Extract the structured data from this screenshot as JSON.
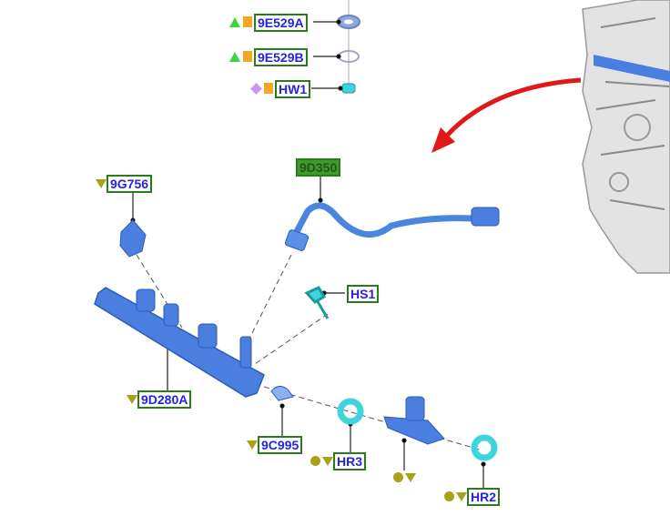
{
  "colors": {
    "label_border": "#2a7a1e",
    "label_text": "#2323e0",
    "part_blue": "#4a7fe0",
    "seal_cyan": "#3fd3dc",
    "arrow_red": "#e01818"
  },
  "labels": {
    "l9E529A": "9E529A",
    "l9E529B": "9E529B",
    "lHW1": "HW1",
    "l9G756": "9G756",
    "l9D350": "9D350",
    "lHS1": "HS1",
    "l9D280A": "9D280A",
    "l9C995": "9C995",
    "lHR3": "HR3",
    "lHR2": "HR2"
  },
  "icons": [
    "triangle-up-green",
    "square-orange",
    "diamond-purple",
    "triangle-down-olive",
    "circle-olive"
  ]
}
